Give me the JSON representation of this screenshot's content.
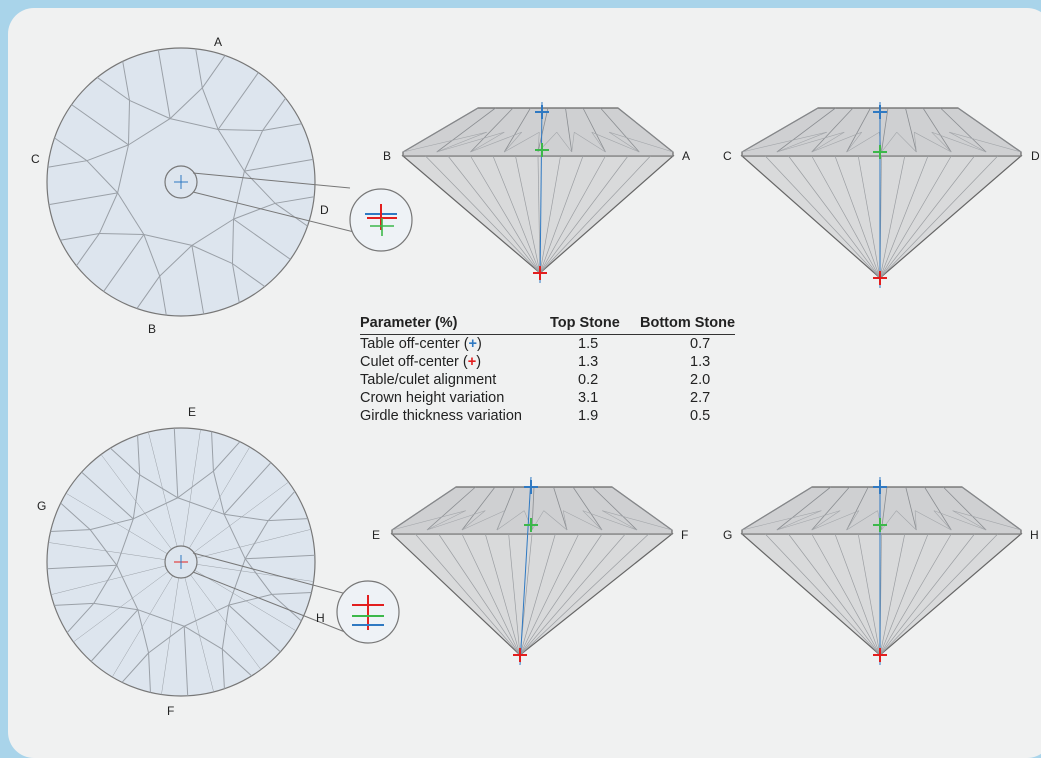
{
  "labels": {
    "top_face_view": {
      "top": "A",
      "bottom": "B",
      "left": "C",
      "right": "D"
    },
    "top_side_1": {
      "left": "B",
      "right": "A"
    },
    "top_side_2": {
      "left": "C",
      "right": "D"
    },
    "bottom_face_view": {
      "top": "E",
      "bottom": "F",
      "left": "G",
      "right": "H"
    },
    "bottom_side_1": {
      "left": "E",
      "right": "F"
    },
    "bottom_side_2": {
      "left": "G",
      "right": "H"
    }
  },
  "marker_colors": {
    "table": "#2f79c2",
    "culet": "#e21e1e",
    "girdle": "#3cb84a"
  },
  "table": {
    "headers": [
      "Parameter (%)",
      "Top Stone",
      "Bottom Stone"
    ],
    "rows": [
      {
        "param": "Table off-center",
        "symbol": "+",
        "symbol_color": "blue",
        "top": "1.5",
        "bottom": "0.7"
      },
      {
        "param": "Culet off-center",
        "symbol": "+",
        "symbol_color": "red",
        "top": "1.3",
        "bottom": "1.3"
      },
      {
        "param": "Table/culet alignment",
        "symbol": "",
        "symbol_color": "",
        "top": "0.2",
        "bottom": "2.0"
      },
      {
        "param": "Crown height variation",
        "symbol": "",
        "symbol_color": "",
        "top": "3.1",
        "bottom": "2.7"
      },
      {
        "param": "Girdle thickness variation",
        "symbol": "",
        "symbol_color": "",
        "top": "1.9",
        "bottom": "0.5"
      }
    ]
  }
}
